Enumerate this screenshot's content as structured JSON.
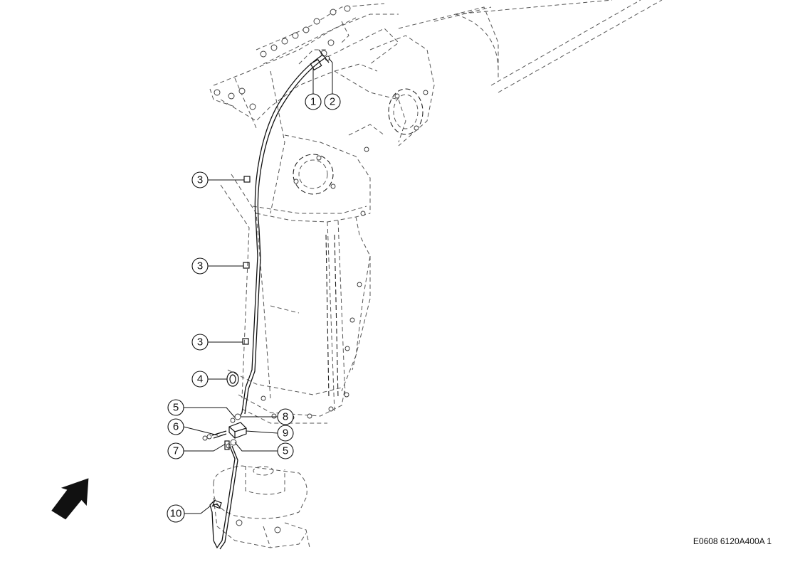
{
  "callouts": [
    {
      "id": "c1",
      "label": "1"
    },
    {
      "id": "c2",
      "label": "2"
    },
    {
      "id": "c3a",
      "label": "3"
    },
    {
      "id": "c3b",
      "label": "3"
    },
    {
      "id": "c3c",
      "label": "3"
    },
    {
      "id": "c4",
      "label": "4"
    },
    {
      "id": "c5a",
      "label": "5"
    },
    {
      "id": "c8",
      "label": "8"
    },
    {
      "id": "c6",
      "label": "6"
    },
    {
      "id": "c9",
      "label": "9"
    },
    {
      "id": "c7",
      "label": "7"
    },
    {
      "id": "c5b",
      "label": "5"
    },
    {
      "id": "c10",
      "label": "10"
    }
  ],
  "drawing_reference": "E0608 6120A400A 1",
  "icons": {
    "direction_arrow": "direction-arrow-icon"
  }
}
